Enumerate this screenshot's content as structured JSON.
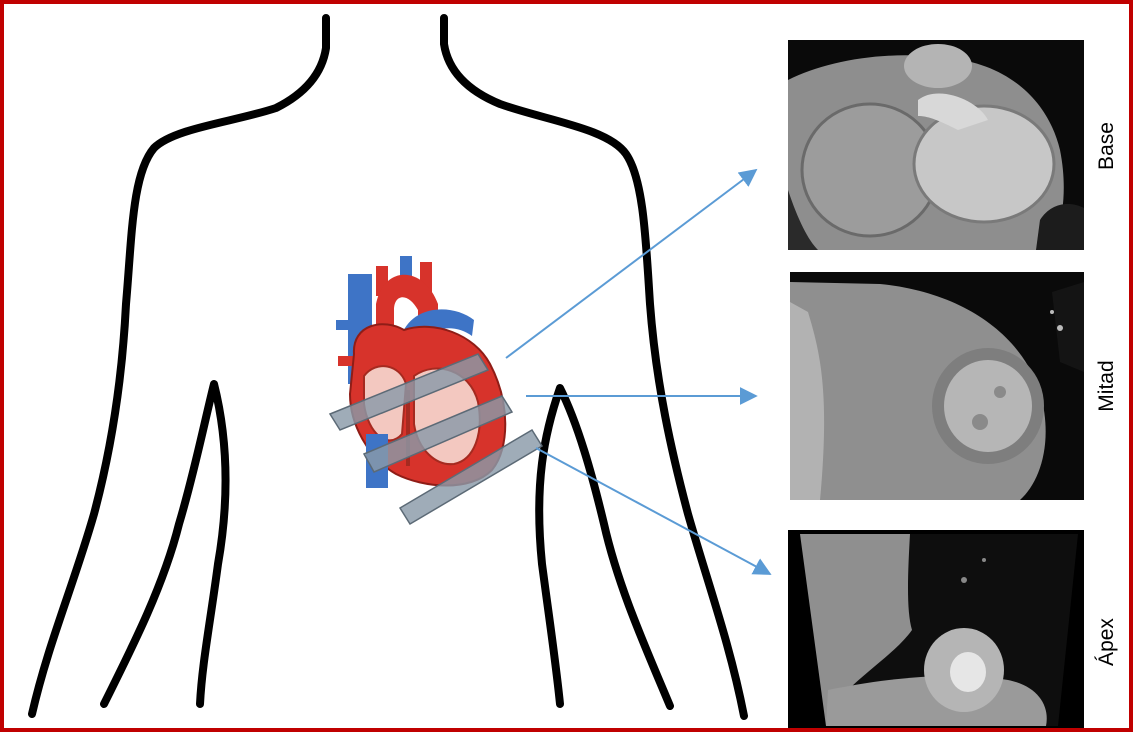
{
  "colors": {
    "border": "#c00000",
    "outline": "#000000",
    "arrow": "#5b9bd5",
    "slice_fill": "#8a9aa8",
    "heart_red": "#d7332b",
    "heart_blue": "#3e74c6",
    "ct_background": "#0a0a0a",
    "ct_tissue": "#9a9a9a"
  },
  "icons": [
    "torso-outline",
    "heart-anatomy-illustration",
    "slice-planes",
    "arrow-icon"
  ],
  "panels": [
    {
      "label": "Base"
    },
    {
      "label": "Mitad"
    },
    {
      "label": "Ápex"
    }
  ]
}
